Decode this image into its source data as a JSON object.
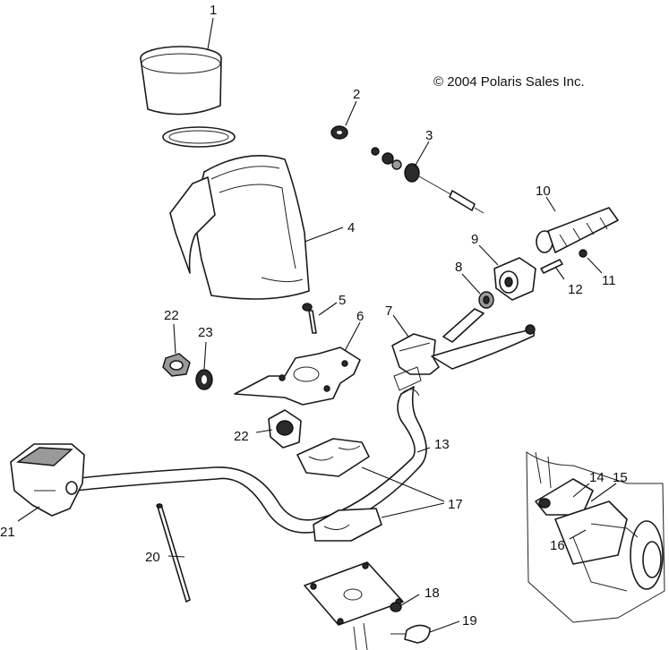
{
  "copyright": "© 2004 Polaris Sales Inc.",
  "callouts": {
    "c1": "1",
    "c2": "2",
    "c3": "3",
    "c4": "4",
    "c5": "5",
    "c6": "6",
    "c7": "7",
    "c8": "8",
    "c9": "9",
    "c10": "10",
    "c11": "11",
    "c12": "12",
    "c13": "13",
    "c14": "14",
    "c15": "15",
    "c16": "16",
    "c17": "17",
    "c18": "18",
    "c19": "19",
    "c20": "20",
    "c21": "21",
    "c22a": "22",
    "c22b": "22",
    "c23": "23"
  }
}
